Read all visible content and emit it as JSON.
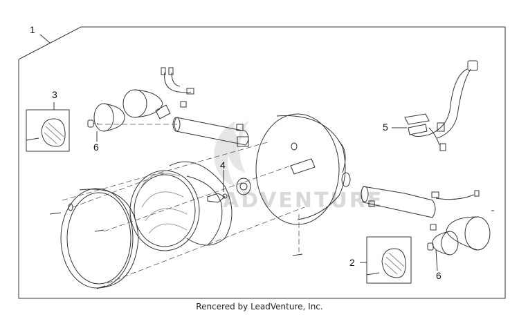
{
  "diagram": {
    "callouts": {
      "headlight_assembly": "1",
      "turn_signal_right": "2",
      "turn_signal_left": "3",
      "bulb": "4",
      "wiring_harness": "5",
      "signal_bulb_left": "6",
      "signal_bulb_right": "6"
    },
    "watermark": "ADVENTURE"
  },
  "footer": {
    "credit": "Rencered by LeadVenture, Inc."
  }
}
